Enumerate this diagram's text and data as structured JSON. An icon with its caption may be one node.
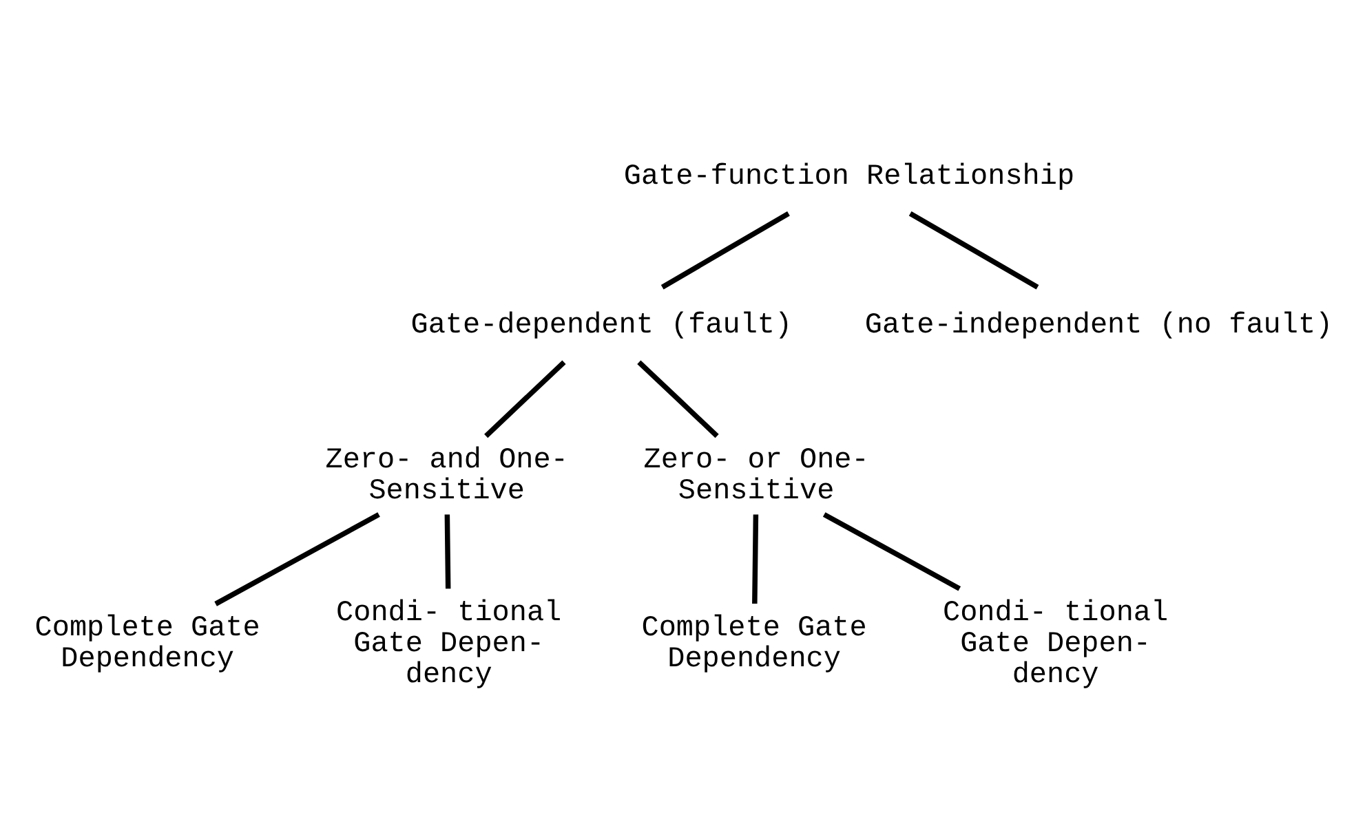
{
  "diagram": {
    "nodes": [
      {
        "text": [
          "Gate-function Relationship"
        ]
      },
      {
        "text": [
          "Gate-dependent (fault)"
        ]
      },
      {
        "text": [
          "Gate-independent (no fault)"
        ]
      },
      {
        "text": [
          "Zero- and One- Sensitive"
        ]
      },
      {
        "text": [
          "Zero- or One- Sensitive"
        ]
      },
      {
        "text": [
          "Complete Gate Dependency"
        ]
      },
      {
        "text": [
          "Condi- tional Gate Depen- dency"
        ]
      },
      {
        "text": [
          "Complete Gate Dependency"
        ]
      },
      {
        "text": [
          "Condi- tional Gate Depen- dency"
        ]
      }
    ],
    "edges": [
      {
        "from": 0,
        "to": 1,
        "arrow": "none"
      },
      {
        "from": 0,
        "to": 2,
        "arrow": "none"
      },
      {
        "from": 1,
        "to": 3,
        "arrow": "none"
      },
      {
        "from": 1,
        "to": 4,
        "arrow": "none"
      },
      {
        "from": 3,
        "to": 5,
        "arrow": "none"
      },
      {
        "from": 3,
        "to": 6,
        "arrow": "none"
      },
      {
        "from": 4,
        "to": 7,
        "arrow": "none"
      },
      {
        "from": 4,
        "to": 8,
        "arrow": "none"
      }
    ]
  }
}
